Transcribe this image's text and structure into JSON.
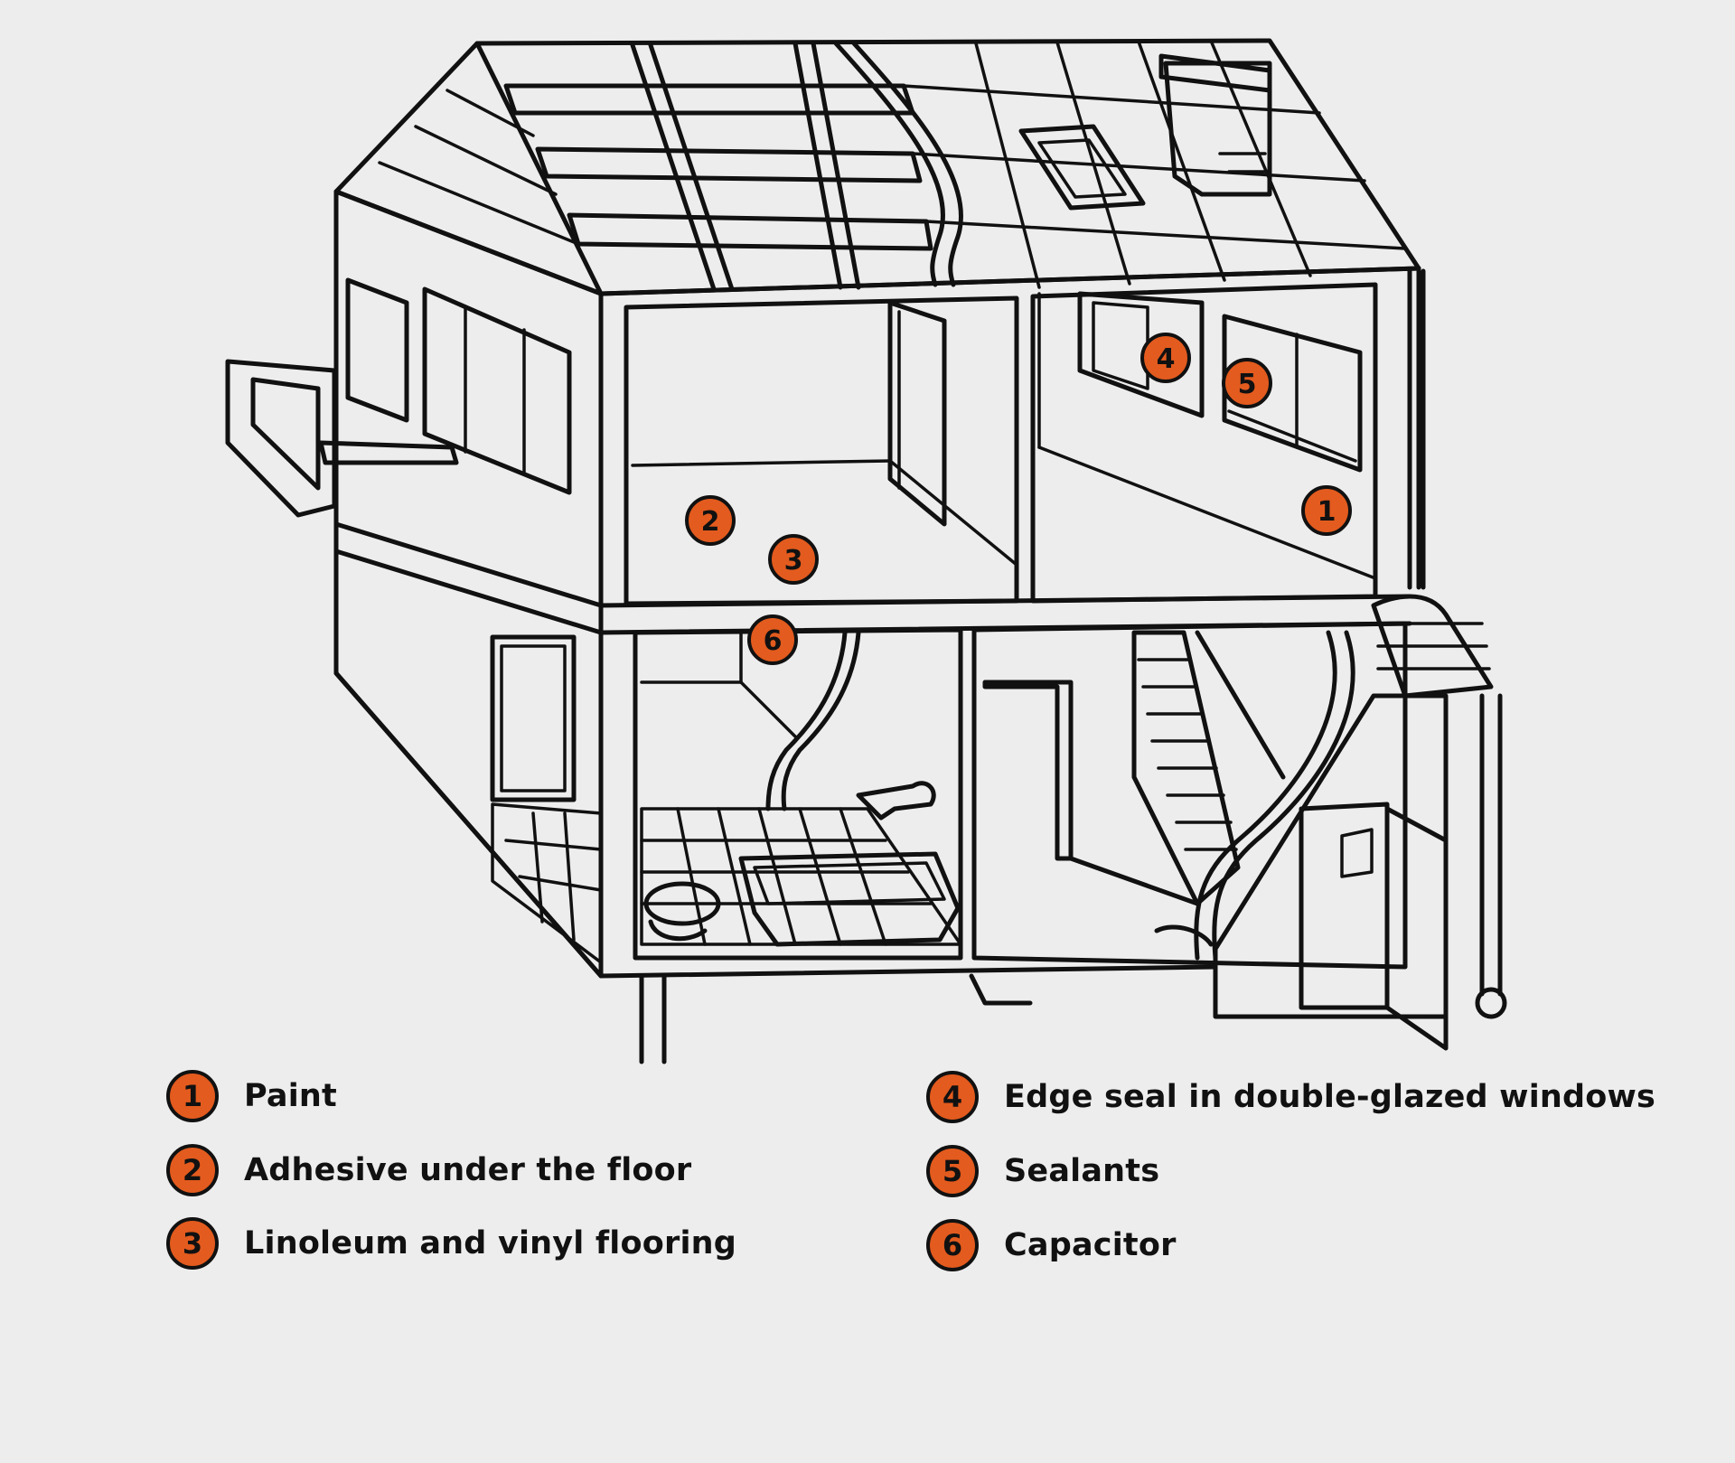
{
  "colors": {
    "background": "#ededed",
    "line": "#111111",
    "marker_fill": "#e35b1e"
  },
  "markers": [
    {
      "number": "1",
      "label": "Paint"
    },
    {
      "number": "2",
      "label": "Adhesive under the floor"
    },
    {
      "number": "3",
      "label": "Linoleum and vinyl flooring"
    },
    {
      "number": "4",
      "label": "Edge seal in double-glazed windows"
    },
    {
      "number": "5",
      "label": "Sealants"
    },
    {
      "number": "6",
      "label": "Capacitor"
    }
  ]
}
